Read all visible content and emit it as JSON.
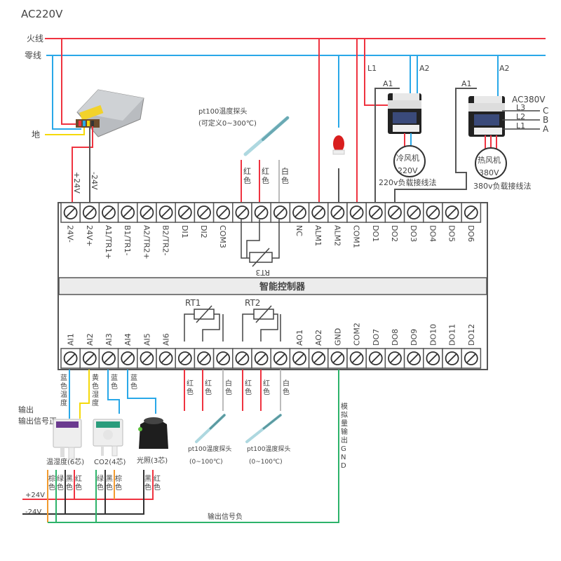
{
  "title": "AC220V",
  "mains": {
    "live": "火线",
    "neutral": "零线",
    "ground": "地"
  },
  "psu": {
    "plus": "+24V",
    "minus": "-24V"
  },
  "probe_top": {
    "name": "pt100温度探头",
    "range": "(可定义0~300℃)",
    "wires": [
      "红色",
      "红色",
      "白色"
    ]
  },
  "contactor_220": {
    "l1": "L1",
    "a1": "A1",
    "a2": "A2",
    "load": "冷风机",
    "voltage": "220V",
    "caption": "220v负载接线法"
  },
  "contactor_380": {
    "a1": "A1",
    "a2": "A2",
    "supply": "AC380V",
    "phases": [
      "L3",
      "L2",
      "L1"
    ],
    "phase_names": [
      "C",
      "B",
      "A"
    ],
    "load": "热风机",
    "voltage": "380V",
    "caption": "380v负载接线法"
  },
  "controller": {
    "name": "智能控制器",
    "top_terminals": [
      "24V-",
      "24V+",
      "A1/TR1+",
      "B1/TR1-",
      "A2/TR2+",
      "B2/TR2-",
      "DI1",
      "DI2",
      "COM3",
      "",
      "",
      "",
      "NC",
      "ALM1",
      "ALM2",
      "COM1",
      "DO1",
      "DO2",
      "DO3",
      "DO4",
      "DO5",
      "DO6"
    ],
    "rt3": "RT3",
    "bottom_terminals": [
      "AI1",
      "AI2",
      "AI3",
      "AI4",
      "AI5",
      "AI6",
      "",
      "",
      "",
      "",
      "",
      "",
      "AO1",
      "AO2",
      "GND",
      "COM2",
      "DO7",
      "DO8",
      "DO9",
      "DO10",
      "DO11",
      "DO12"
    ],
    "rt1": "RT1",
    "rt2": "RT2"
  },
  "sensor_wires": {
    "ai1": "蓝色温度",
    "ai2": "黄色湿度",
    "ai3": "蓝色",
    "ai4": "蓝色"
  },
  "output_positive": "输出信号正",
  "sensors": [
    {
      "name": "温湿度(6芯)",
      "wires": [
        "棕色",
        "绿色",
        "黑色",
        "红色"
      ]
    },
    {
      "name": "CO2(4芯)",
      "wires": [
        "绿色",
        "黑色",
        "棕色"
      ]
    },
    {
      "name": "光照(3芯)",
      "wires": [
        "黑色",
        "红色"
      ]
    }
  ],
  "probes_bottom": [
    {
      "name": "pt100温度探头",
      "range": "(0~100℃)",
      "wires": [
        "红色",
        "红色",
        "白色"
      ]
    },
    {
      "name": "pt100温度探头",
      "range": "(0~100℃)",
      "wires": [
        "红色",
        "红色",
        "白色"
      ]
    }
  ],
  "analog_gnd": "模拟量输出GND",
  "bus": {
    "plus": "+24V",
    "minus": "-24V"
  },
  "output_negative": "输出信号负",
  "colors": {
    "live": "#ef3340",
    "neutral": "#29a8e8",
    "ground": "#f5d90a",
    "black": "#333333",
    "green": "#2db36a",
    "orange": "#f29a2e",
    "white": "#bbbbbb"
  }
}
